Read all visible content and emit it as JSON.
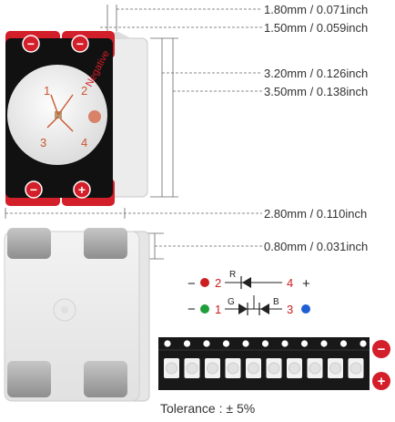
{
  "dimensions": {
    "top_width_1": "1.80mm / 0.071inch",
    "top_width_2": "1.50mm / 0.059inch",
    "side_height_1": "3.20mm / 0.126inch",
    "side_height_2": "3.50mm / 0.138inch",
    "bottom_width": "2.80mm / 0.110inch",
    "thickness": "0.80mm / 0.031inch"
  },
  "top_view": {
    "marking": "Negative",
    "pins": [
      "1",
      "2",
      "3",
      "4"
    ],
    "minus_symbol": "−",
    "plus_symbol": "+"
  },
  "schematic": {
    "minus_symbol": "−",
    "plus_symbol": "+",
    "pin_red": "2",
    "pin_green": "1",
    "pin_blue": "3",
    "pin_common": "4",
    "label_r": "R",
    "label_g": "G",
    "label_b": "B",
    "colors": {
      "red": "#cc1f1f",
      "green": "#1f9e3a",
      "blue": "#1f5fd6"
    }
  },
  "tape": {
    "minus_symbol": "−",
    "plus_symbol": "+"
  },
  "tolerance": "Tolerance : ± 5%",
  "colors": {
    "pad": "#d21f2a",
    "body": "#111111",
    "pins": "#c9572f"
  }
}
